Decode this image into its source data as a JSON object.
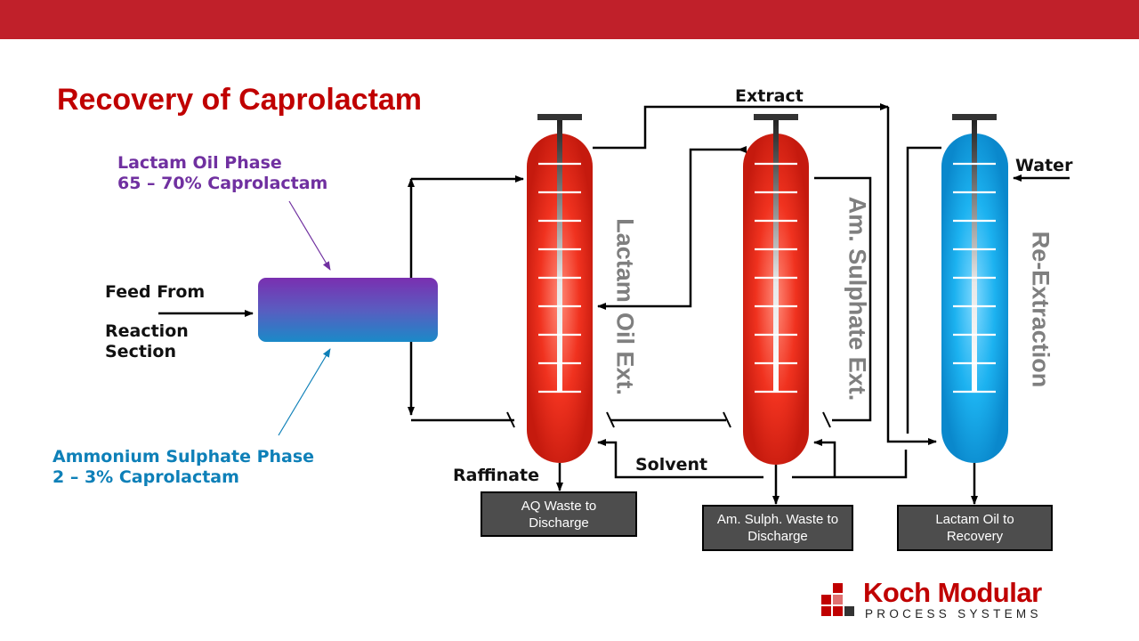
{
  "title": "Recovery of Caprolactam",
  "labels": {
    "lactam_oil_phase_line1": "Lactam Oil Phase",
    "lactam_oil_phase_line2": "65 – 70% Caprolactam",
    "ammonium_phase_line1": "Ammonium Sulphate Phase",
    "ammonium_phase_line2": "2 – 3% Caprolactam",
    "feed_line1": "Feed From",
    "feed_line2": "Reaction",
    "feed_line3": "Section",
    "extract": "Extract",
    "water": "Water",
    "raffinate": "Raffinate",
    "solvent": "Solvent"
  },
  "columns": {
    "lactam_oil_ext": {
      "label_part1": "Lactam",
      "label_part2": "Oil Ext."
    },
    "am_sulphate_ext": {
      "label": "Am. Sulphate Ext."
    },
    "re_extraction": {
      "label": "Re-Extraction"
    }
  },
  "boxes": {
    "aq_waste": {
      "line1": "AQ Waste to",
      "line2": "Discharge"
    },
    "am_sulph_waste": {
      "line1": "Am. Sulph. Waste to",
      "line2": "Discharge"
    },
    "lactam_oil_recovery": {
      "line1": "Lactam Oil to",
      "line2": "Recovery"
    }
  },
  "logo": {
    "name": "Koch Modular",
    "tagline": "PROCESS SYSTEMS"
  },
  "colors": {
    "header_bar": "#c0202a",
    "title": "#c00000",
    "lactam_oil_label": "#7030a0",
    "ammonium_label": "#0e80b8",
    "extraction_column": "#e8281a",
    "re_extraction_column": "#1ab0ee",
    "waste_box": "#4d4d4d"
  }
}
